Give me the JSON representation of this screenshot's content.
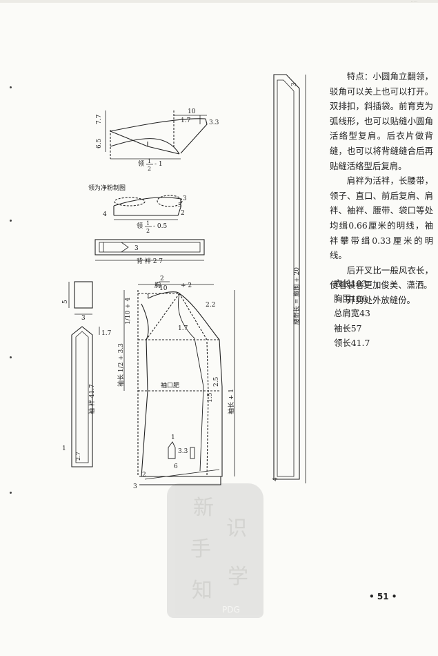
{
  "page": {
    "top_marks": "·····",
    "page_number": "• 51 •"
  },
  "text": {
    "p1": "特点：小圆角立翻领，驳角可以关上也可以打开。双排扣，斜插袋。前育克为弧线形，也可以贴缝小圆角活络型复肩。后衣片做背缝，也可以将背缝缝合后再贴缝活络型后复肩。",
    "p2": "肩袢为活袢，长腰带，领子、直口、前后复肩、肩袢、袖袢、腰带、袋口等处均缉0.66厘米的明线，袖袢攀带缉0.33厘米的明线。",
    "p3": "后开叉比一般风衣长，使着装者更加俊美、潇洒。",
    "p4": "开剪处外放缝份。"
  },
  "specs": [
    "衣长103",
    "胸围106",
    "总肩宽43",
    "袖长57",
    "领长41.7"
  ],
  "labels": {
    "collar_10": "10",
    "collar_17": "1.7",
    "collar_33": "3.3",
    "collar_77": "7.7",
    "collar_65": "6.5",
    "collar_base": "领 1/2 - 1",
    "collar_half": "1",
    "collar_half_den": "2",
    "collar_base_tail": "- 1",
    "collar_base_head": "领",
    "net_title": "领为净粉制图",
    "net_3a": "3",
    "net_3b": "3",
    "net_2": "2",
    "net_4": "4",
    "net_base_head": "领",
    "net_base_tail": "- 0.5",
    "belt_3": "3",
    "belt_label": "背 袢 2 7",
    "tab_5": "5",
    "tab_3": "3",
    "cuff_17": "1.7",
    "cuff_label": "袖 袢 41.7",
    "cuff_1": "1",
    "cuff_27": "2.7",
    "sl_chest_head": "胸",
    "sl_chest_tail": "+ 2",
    "sl_2": "2",
    "sl_10": "10",
    "sl_1": "1",
    "sl_22": "2.2",
    "sl_cap_frac": "1/10 + 4",
    "sl_17": "1.7",
    "sl_elbow": "袖长 1/2 + 3.3",
    "sl_cuff_width": "袖口肥",
    "sl_25": "2.5",
    "sl_15": "1.5",
    "sl_len": "袖长 + 1",
    "sl_pocket_1": "1",
    "sl_33": "3.3",
    "sl_6": "6",
    "sl_2b": "2",
    "sl_3": "3",
    "belt_long_3": "3",
    "belt_long_label": "腰带长 = 胸围 + 20",
    "belt_long_4": "4"
  },
  "stamp": {
    "chars": [
      "新",
      "手",
      "知",
      "识",
      "学"
    ],
    "pdg": "PDG"
  }
}
